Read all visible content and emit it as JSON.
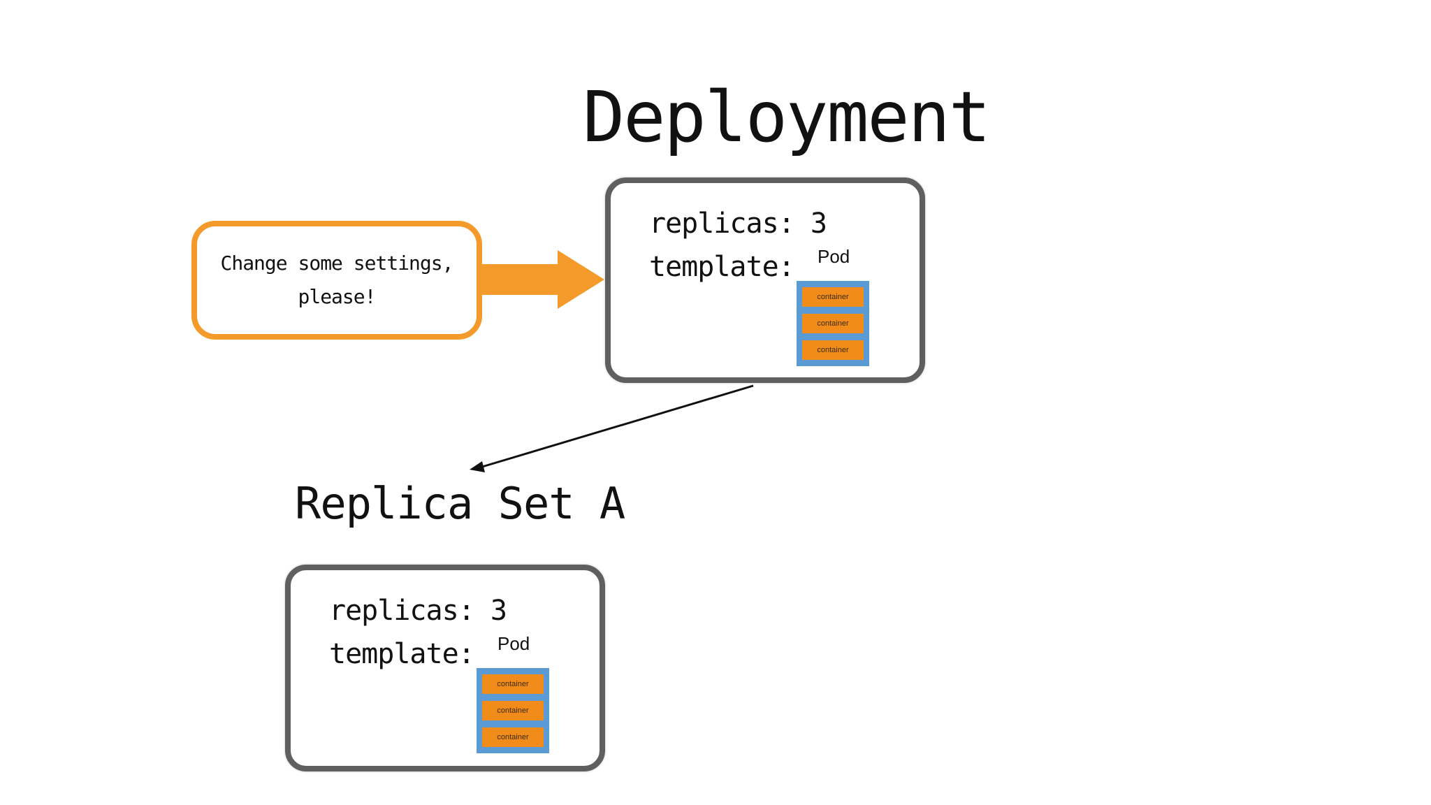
{
  "colors": {
    "accent_orange": "#f39a2a",
    "container_orange": "#f18c1b",
    "pod_blue": "#5b9bd5",
    "box_border": "#5f5f5f"
  },
  "request": {
    "text_line1": "Change some settings,",
    "text_line2": "please!"
  },
  "deployment": {
    "title": "Deployment",
    "replicas_label": "replicas: 3",
    "template_label": "template:",
    "pod_label": "Pod",
    "containers": [
      "container",
      "container",
      "container"
    ]
  },
  "replica_set_a": {
    "title": "Replica Set A",
    "replicas_label": "replicas: 3",
    "template_label": "template:",
    "pod_label": "Pod",
    "containers": [
      "container",
      "container",
      "container"
    ]
  }
}
